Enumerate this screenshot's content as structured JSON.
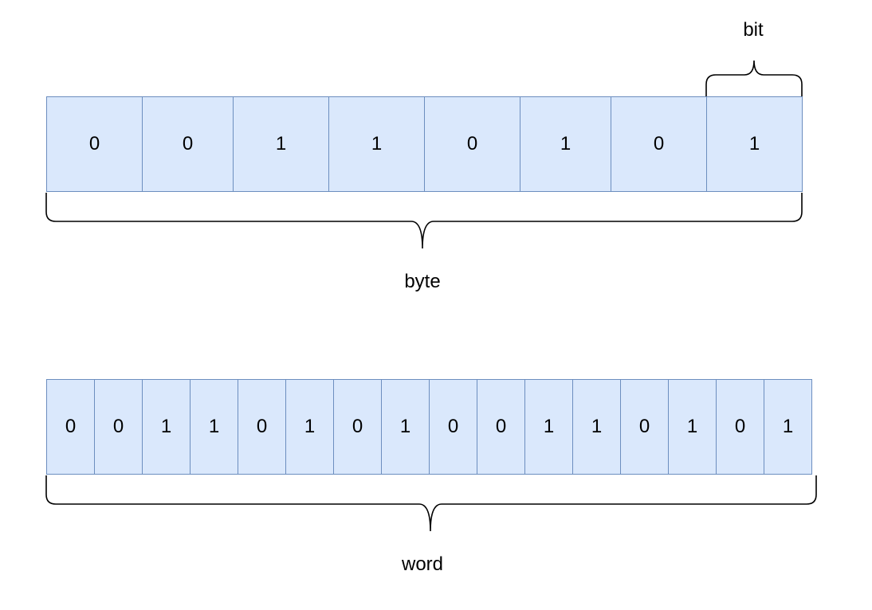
{
  "colors": {
    "cell_fill": "#dae8fc",
    "cell_border": "#6c8ebf",
    "brace": "#000000",
    "text": "#000000"
  },
  "labels": {
    "bit": "bit",
    "byte": "byte",
    "word": "word"
  },
  "byte_bits": [
    "0",
    "0",
    "1",
    "1",
    "0",
    "1",
    "0",
    "1"
  ],
  "word_bits": [
    "0",
    "0",
    "1",
    "1",
    "0",
    "1",
    "0",
    "1",
    "0",
    "0",
    "1",
    "1",
    "0",
    "1",
    "0",
    "1"
  ]
}
